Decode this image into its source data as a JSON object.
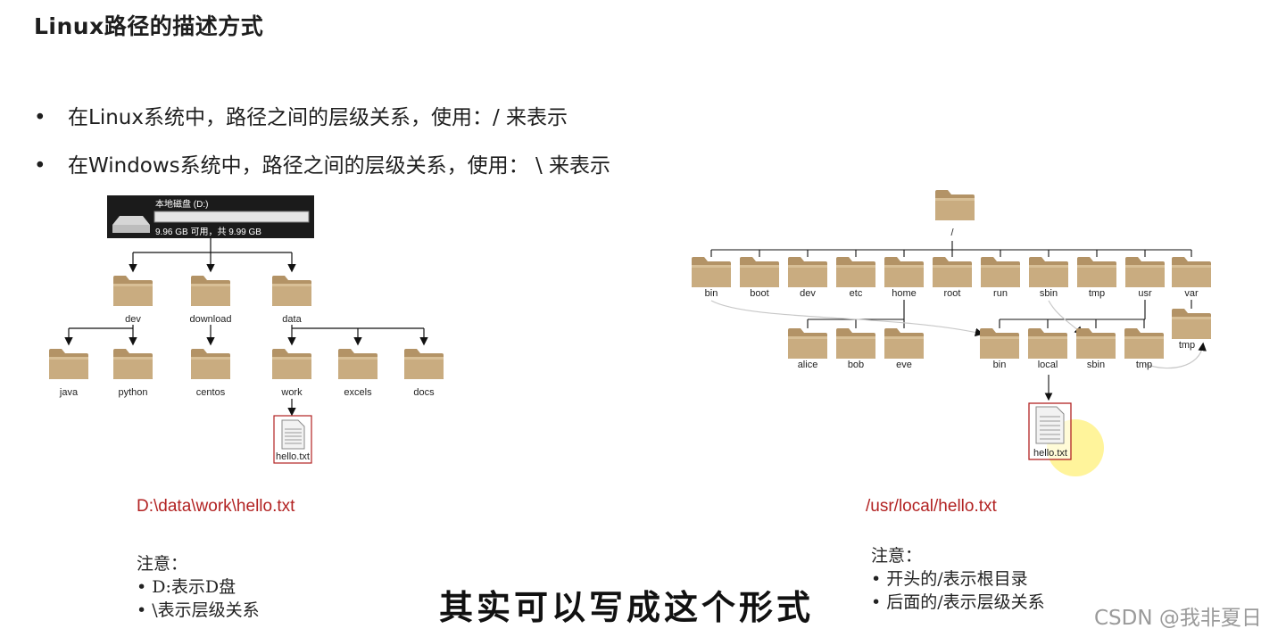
{
  "title": "Linux路径的描述方式",
  "bullets": [
    "在Linux系统中，路径之间的层级关系，使用：/ 来表示",
    "在Windows系统中，路径之间的层级关系，使用： \\ 来表示"
  ],
  "windows": {
    "drive_name": "本地磁盘 (D:)",
    "drive_info": "9.96 GB 可用，共 9.99 GB",
    "level1": [
      "dev",
      "download",
      "data"
    ],
    "dev_children": [
      "java",
      "python"
    ],
    "download_children": [
      "centos"
    ],
    "data_children": [
      "work",
      "excels",
      "docs"
    ],
    "file": "hello.txt",
    "path": "D:\\data\\work\\hello.txt",
    "note_title": "注意：",
    "notes": [
      "• D:表示D盘",
      "• \\表示层级关系"
    ]
  },
  "linux": {
    "root": "/",
    "level1": [
      "bin",
      "boot",
      "dev",
      "etc",
      "home",
      "root",
      "run",
      "sbin",
      "tmp",
      "usr",
      "var"
    ],
    "home_children": [
      "alice",
      "bob",
      "eve"
    ],
    "usr_children": [
      "bin",
      "local",
      "sbin",
      "tmp"
    ],
    "var_children": [
      "tmp"
    ],
    "file": "hello.txt",
    "path": "/usr/local/hello.txt",
    "note_title": "注意：",
    "notes": [
      "• 开头的/表示根目录",
      "• 后面的/表示层级关系"
    ]
  },
  "subtitle": "其实可以写成这个形式",
  "watermark": "CSDN @我非夏日",
  "colors": {
    "folder": "#c9ac80",
    "folder_tab": "#b39366",
    "path_red": "#b22222",
    "highlight": "#fff07a"
  }
}
